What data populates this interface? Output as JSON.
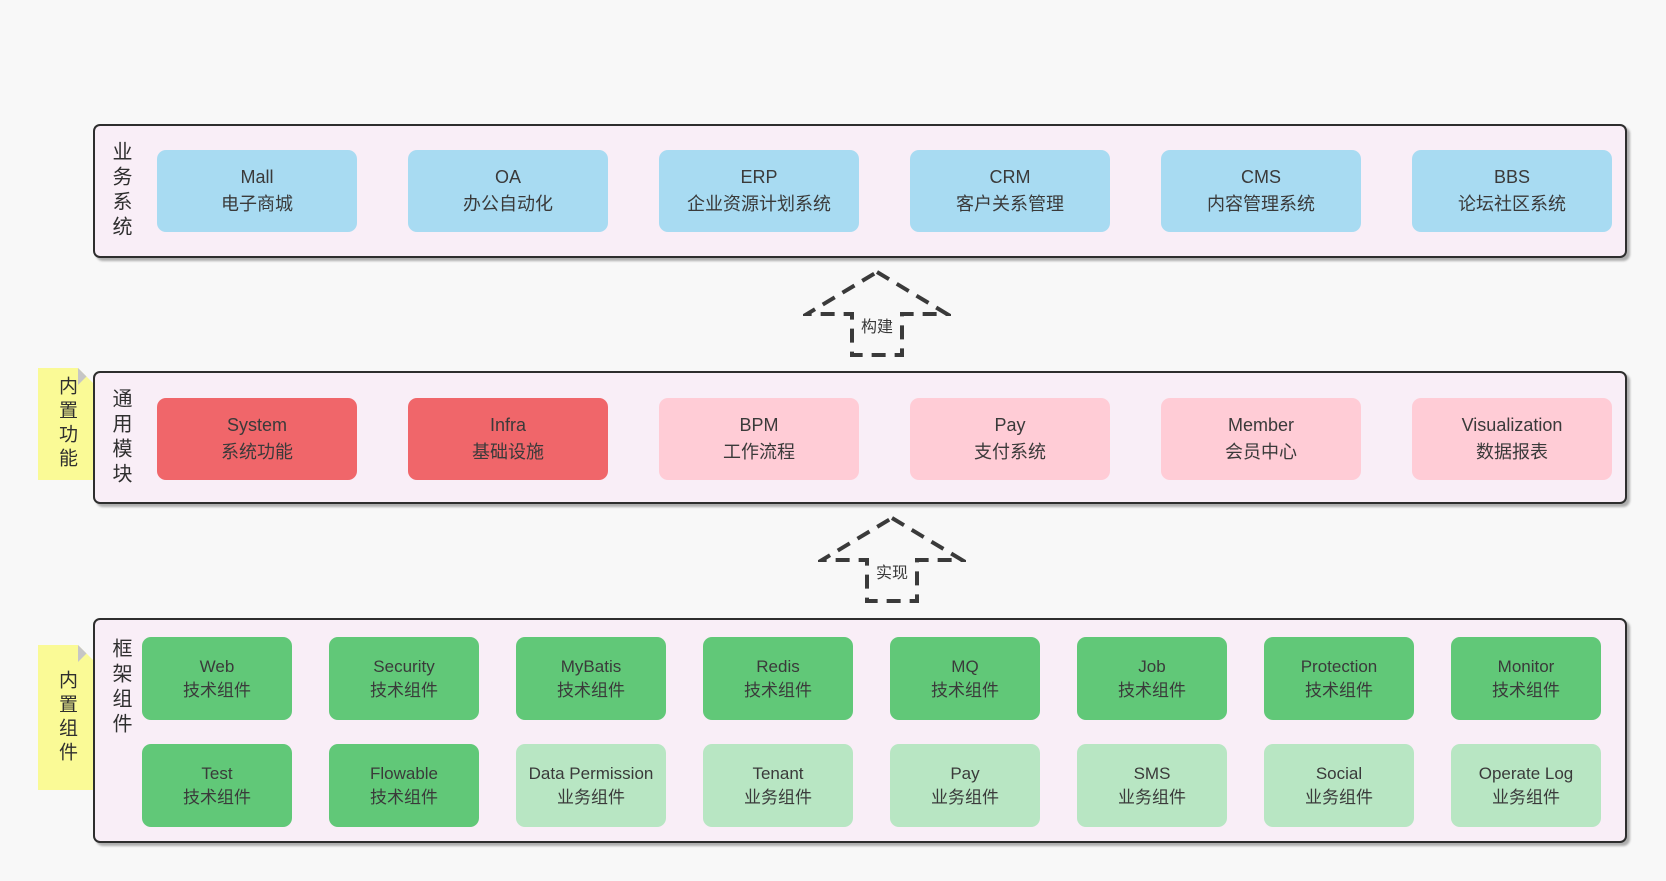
{
  "palette": {
    "page_bg": "#f8f8f8",
    "container_bg": "#f9eef7",
    "container_border": "#2e2e2e",
    "blue_box": "#a8dbf2",
    "red_box": "#f0666a",
    "pink_box": "#ffccd6",
    "green_box": "#61c878",
    "light_green_box": "#b8e6c3",
    "note_yellow": "#fafa96",
    "note_fold_gray": "#c6c6c6",
    "text": "#3a3a3a"
  },
  "arrows": [
    {
      "label": "构建"
    },
    {
      "label": "实现"
    }
  ],
  "sections": [
    {
      "label": "业务系统",
      "rows": [
        {
          "boxes": [
            {
              "title": "Mall",
              "subtitle": "电子商城",
              "variant": "blue"
            },
            {
              "title": "OA",
              "subtitle": "办公自动化",
              "variant": "blue"
            },
            {
              "title": "ERP",
              "subtitle": "企业资源计划系统",
              "variant": "blue"
            },
            {
              "title": "CRM",
              "subtitle": "客户关系管理",
              "variant": "blue"
            },
            {
              "title": "CMS",
              "subtitle": "内容管理系统",
              "variant": "blue"
            },
            {
              "title": "BBS",
              "subtitle": "论坛社区系统",
              "variant": "blue"
            }
          ]
        }
      ]
    },
    {
      "label": "通用模块",
      "note": "内置功能",
      "rows": [
        {
          "boxes": [
            {
              "title": "System",
              "subtitle": "系统功能",
              "variant": "red"
            },
            {
              "title": "Infra",
              "subtitle": "基础设施",
              "variant": "red"
            },
            {
              "title": "BPM",
              "subtitle": "工作流程",
              "variant": "pink"
            },
            {
              "title": "Pay",
              "subtitle": "支付系统",
              "variant": "pink"
            },
            {
              "title": "Member",
              "subtitle": "会员中心",
              "variant": "pink"
            },
            {
              "title": "Visualization",
              "subtitle": "数据报表",
              "variant": "pink"
            }
          ]
        }
      ]
    },
    {
      "label": "框架组件",
      "note": "内置组件",
      "rows": [
        {
          "boxes": [
            {
              "title": "Web",
              "subtitle": "技术组件",
              "variant": "green"
            },
            {
              "title": "Security",
              "subtitle": "技术组件",
              "variant": "green"
            },
            {
              "title": "MyBatis",
              "subtitle": "技术组件",
              "variant": "green"
            },
            {
              "title": "Redis",
              "subtitle": "技术组件",
              "variant": "green"
            },
            {
              "title": "MQ",
              "subtitle": "技术组件",
              "variant": "green"
            },
            {
              "title": "Job",
              "subtitle": "技术组件",
              "variant": "green"
            },
            {
              "title": "Protection",
              "subtitle": "技术组件",
              "variant": "green"
            },
            {
              "title": "Monitor",
              "subtitle": "技术组件",
              "variant": "green"
            }
          ]
        },
        {
          "boxes": [
            {
              "title": "Test",
              "subtitle": "技术组件",
              "variant": "green"
            },
            {
              "title": "Flowable",
              "subtitle": "技术组件",
              "variant": "green"
            },
            {
              "title": "Data Permission",
              "subtitle": "业务组件",
              "variant": "lightgreen"
            },
            {
              "title": "Tenant",
              "subtitle": "业务组件",
              "variant": "lightgreen"
            },
            {
              "title": "Pay",
              "subtitle": "业务组件",
              "variant": "lightgreen"
            },
            {
              "title": "SMS",
              "subtitle": "业务组件",
              "variant": "lightgreen"
            },
            {
              "title": "Social",
              "subtitle": "业务组件",
              "variant": "lightgreen"
            },
            {
              "title": "Operate Log",
              "subtitle": "业务组件",
              "variant": "lightgreen"
            }
          ]
        }
      ]
    }
  ]
}
